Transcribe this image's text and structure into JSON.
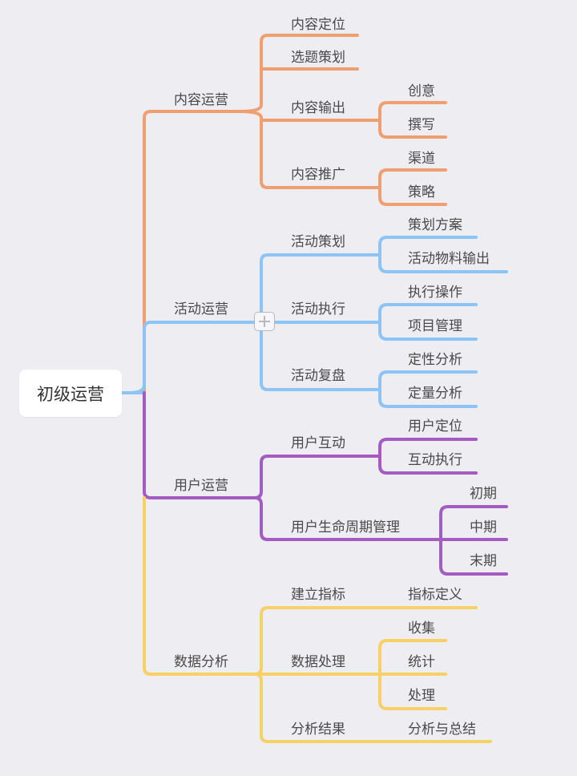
{
  "root": {
    "label": "初级运营"
  },
  "colors": {
    "content": "#f0a070",
    "activity": "#8cc5f5",
    "user": "#a45bc2",
    "data": "#f7d066"
  },
  "branches": [
    {
      "id": "content",
      "label": "内容运营",
      "children": [
        {
          "label": "内容定位",
          "children": []
        },
        {
          "label": "选题策划",
          "children": []
        },
        {
          "label": "内容输出",
          "children": [
            "创意",
            "撰写"
          ]
        },
        {
          "label": "内容推广",
          "children": [
            "渠道",
            "策略"
          ]
        }
      ]
    },
    {
      "id": "activity",
      "label": "活动运营",
      "children": [
        {
          "label": "活动策划",
          "children": [
            "策划方案",
            "活动物料输出"
          ]
        },
        {
          "label": "活动执行",
          "children": [
            "执行操作",
            "项目管理"
          ]
        },
        {
          "label": "活动复盘",
          "children": [
            "定性分析",
            "定量分析"
          ]
        }
      ]
    },
    {
      "id": "user",
      "label": "用户运营",
      "children": [
        {
          "label": "用户互动",
          "children": [
            "用户定位",
            "互动执行"
          ]
        },
        {
          "label": "用户生命周期管理",
          "children": [
            "初期",
            "中期",
            "末期"
          ]
        }
      ]
    },
    {
      "id": "data",
      "label": "数据分析",
      "children": [
        {
          "label": "建立指标",
          "children": [
            "指标定义"
          ]
        },
        {
          "label": "数据处理",
          "children": [
            "收集",
            "统计",
            "处理"
          ]
        },
        {
          "label": "分析结果",
          "children": [
            "分析与总结"
          ]
        }
      ]
    }
  ]
}
